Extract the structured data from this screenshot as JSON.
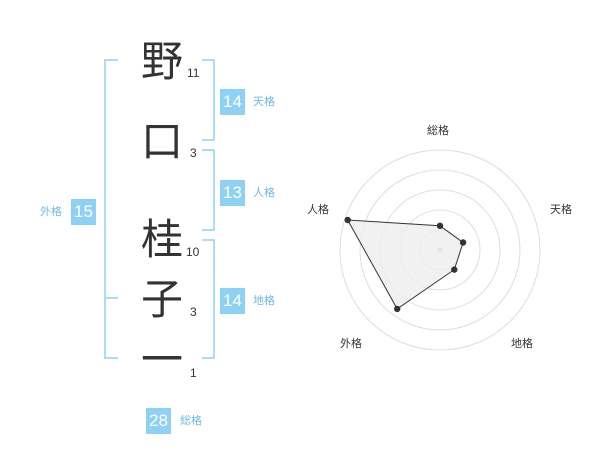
{
  "characters": [
    {
      "char": "野",
      "strokes": "11"
    },
    {
      "char": "口",
      "strokes": "3"
    },
    {
      "char": "桂",
      "strokes": "10"
    },
    {
      "char": "子",
      "strokes": "3"
    },
    {
      "char": "一",
      "strokes": "1"
    }
  ],
  "kakusu": {
    "tenkaku": {
      "value": "14",
      "label": "天格"
    },
    "jinkaku": {
      "value": "13",
      "label": "人格"
    },
    "chikaku": {
      "value": "14",
      "label": "地格"
    },
    "gaikaku": {
      "value": "15",
      "label": "外格"
    },
    "soukaku": {
      "value": "28",
      "label": "総格"
    }
  },
  "colors": {
    "accent": "#8fd0f5",
    "bracket": "#8fd0f5",
    "label": "#6fb8e8",
    "radar_fill": "#eeeeee",
    "radar_ring": "#dddddd"
  },
  "chart_data": {
    "type": "radar",
    "axes": [
      "総格",
      "天格",
      "地格",
      "外格",
      "人格"
    ],
    "values": [
      1,
      1,
      1,
      3,
      4
    ],
    "range": [
      0,
      4
    ]
  }
}
